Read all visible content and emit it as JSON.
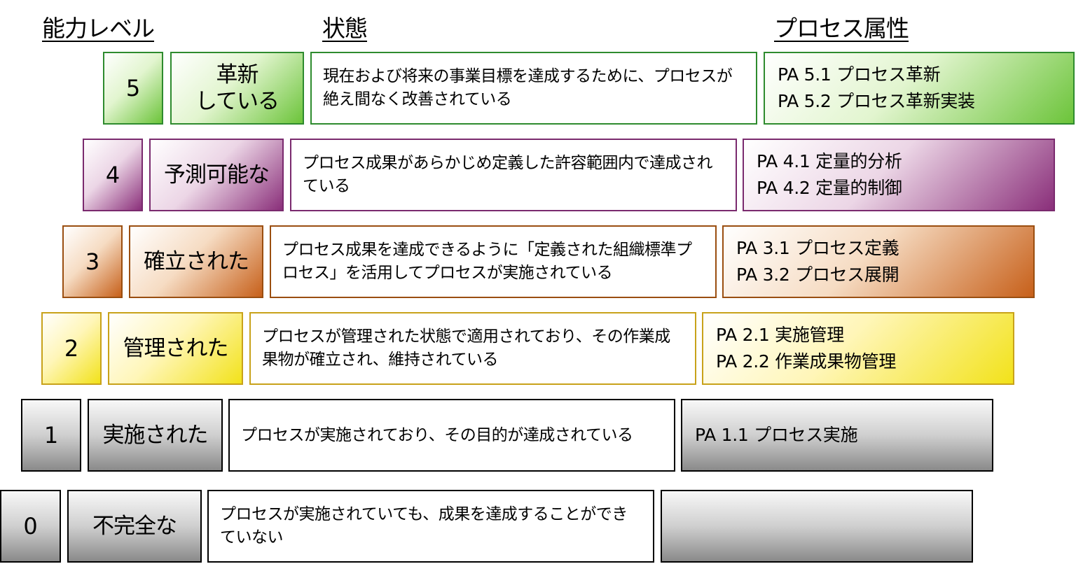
{
  "headers": {
    "capability_level": "能力レベル",
    "state": "状態",
    "process_attributes": "プロセス属性"
  },
  "levels": [
    {
      "number": "5",
      "name_lines": [
        "革新",
        "している"
      ],
      "description": "現在および将来の事業目標を達成するために、プロセスが絶え間なく改善されている",
      "attributes": [
        "PA 5.1 プロセス革新",
        "PA 5.2 プロセス革新実装"
      ],
      "color": "#6cc43a"
    },
    {
      "number": "4",
      "name_lines": [
        "予測可能な"
      ],
      "description": "プロセス成果があらかじめ定義した許容範囲内で達成されている",
      "attributes": [
        "PA 4.1 定量的分析",
        "PA 4.2 定量的制御"
      ],
      "color": "#8a2f7a"
    },
    {
      "number": "3",
      "name_lines": [
        "確立された"
      ],
      "description": "プロセス成果を達成できるように「定義された組織標準プロセス」を活用してプロセスが実施されている",
      "attributes": [
        "PA 3.1 プロセス定義",
        "PA 3.2 プロセス展開"
      ],
      "color": "#c7601a"
    },
    {
      "number": "2",
      "name_lines": [
        "管理された"
      ],
      "description": "プロセスが管理された状態で適用されており、その作業成果物が確立され、維持されている",
      "attributes": [
        "PA 2.1 実施管理",
        "PA 2.2 作業成果物管理"
      ],
      "color": "#f2e21a"
    },
    {
      "number": "1",
      "name_lines": [
        "実施された"
      ],
      "description": "プロセスが実施されており、その目的が達成されている",
      "attributes": [
        "PA 1.1 プロセス実施"
      ],
      "color": "#8a8a8a"
    },
    {
      "number": "0",
      "name_lines": [
        "不完全な"
      ],
      "description": "プロセスが実施されていても、成果を達成することができていない",
      "attributes": [],
      "color": "#8a8a8a"
    }
  ]
}
